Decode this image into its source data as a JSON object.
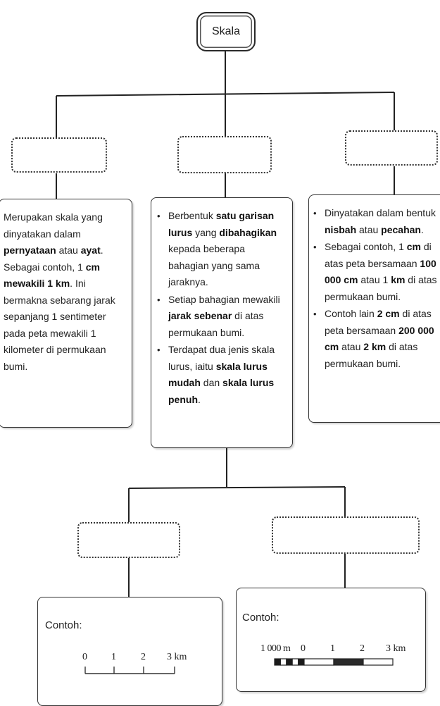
{
  "root": {
    "title": "Skala"
  },
  "types": [
    {
      "blank_label": "",
      "description": [
        [
          {
            "t": "Merupakan skala yang dinyatakan dalam "
          },
          {
            "t": "pernyataan",
            "b": true
          },
          {
            "t": " atau "
          },
          {
            "t": "ayat",
            "b": true
          },
          {
            "t": "."
          }
        ],
        [
          {
            "t": "Sebagai contoh, 1 "
          },
          {
            "t": "cm",
            "b": true
          },
          {
            "t": " "
          },
          {
            "t": "mewakili 1 km",
            "b": true
          },
          {
            "t": ". Ini bermakna sebarang jarak sepanjang 1 sentimeter pada peta mewakili 1 kilometer di permukaan bumi."
          }
        ]
      ]
    },
    {
      "blank_label": "",
      "points": [
        [
          {
            "t": "Berbentuk "
          },
          {
            "t": "satu garisan lurus",
            "b": true
          },
          {
            "t": " yang "
          },
          {
            "t": "dibahagikan",
            "b": true
          },
          {
            "t": " kepada beberapa bahagian yang sama jaraknya."
          }
        ],
        [
          {
            "t": "Setiap bahagian mewakili "
          },
          {
            "t": "jarak sebenar",
            "b": true
          },
          {
            "t": " di atas permukaan bumi."
          }
        ],
        [
          {
            "t": "Terdapat dua jenis skala lurus, iaitu "
          },
          {
            "t": "skala lurus mudah",
            "b": true
          },
          {
            "t": " dan "
          },
          {
            "t": "skala lurus penuh",
            "b": true
          },
          {
            "t": "."
          }
        ]
      ]
    },
    {
      "blank_label": "",
      "points": [
        [
          {
            "t": "Dinyatakan dalam bentuk "
          },
          {
            "t": "nisbah",
            "b": true
          },
          {
            "t": " atau "
          },
          {
            "t": "pecahan",
            "b": true
          },
          {
            "t": "."
          }
        ],
        [
          {
            "t": "Sebagai contoh, 1 "
          },
          {
            "t": "cm",
            "b": true
          },
          {
            "t": " di atas peta bersamaan "
          },
          {
            "t": "100 000 cm",
            "b": true
          },
          {
            "t": " atau 1 "
          },
          {
            "t": "km",
            "b": true
          },
          {
            "t": " di atas permukaan bumi."
          }
        ],
        [
          {
            "t": "Contoh lain "
          },
          {
            "t": "2 cm",
            "b": true
          },
          {
            "t": " di atas peta bersamaan "
          },
          {
            "t": "200 000 cm",
            "b": true
          },
          {
            "t": " atau "
          },
          {
            "t": "2 km",
            "b": true
          },
          {
            "t": " di atas permukaan bumi."
          }
        ]
      ]
    }
  ],
  "subtypes": [
    {
      "blank_label": "",
      "example_label": "Contoh:",
      "scale": {
        "ticks": [
          "0",
          "1",
          "2",
          "3 km"
        ]
      }
    },
    {
      "blank_label": "",
      "example_label": "Contoh:",
      "scale": {
        "left_label": "1 000 m",
        "ticks": [
          "0",
          "1",
          "2",
          "3 km"
        ],
        "left_divisions": 5,
        "right_segments": [
          "white",
          "black",
          "white"
        ]
      }
    }
  ]
}
